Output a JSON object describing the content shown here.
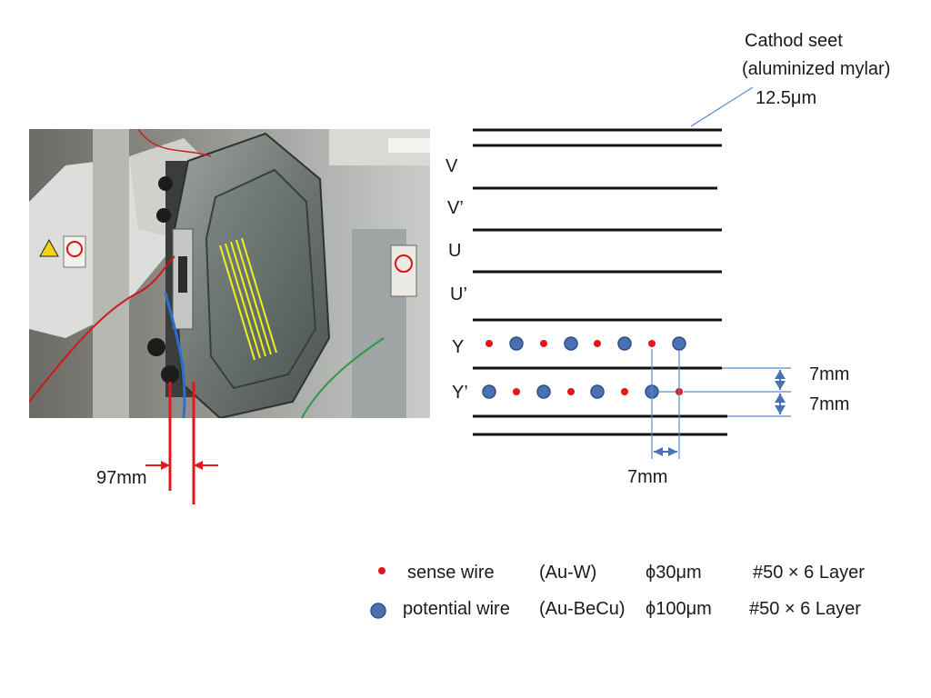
{
  "cathode": {
    "line1": "Cathod seet",
    "line2": "(aluminized mylar)",
    "line3": "12.5μm"
  },
  "layers": {
    "v": "V",
    "v_prime": "V’",
    "u": "U",
    "u_prime": "U’",
    "y": "Y",
    "y_prime": "Y’"
  },
  "dimensions": {
    "gap_1": "7mm",
    "gap_2": "7mm",
    "wire_pitch": "7mm",
    "chamber_width": "97mm"
  },
  "legend": {
    "sense": {
      "name": "sense wire",
      "material": "(Au-W)",
      "diameter": "ϕ30μm",
      "count": "#50 × 6 Layer"
    },
    "potential": {
      "name": "potential wire",
      "material": "(Au-BeCu)",
      "diameter": "ϕ100μm",
      "count": "#50 × 6 Layer"
    }
  },
  "colors": {
    "sense_wire": "#e8141b",
    "potential_wire": "#4a72b0",
    "dimension_line": "#5b8bd0",
    "measurement": "#e8141b",
    "highlight_wires": "#f0f020"
  },
  "photo": {
    "description_icons": [
      "warning-sign-icon",
      "no-entry-sign-icon"
    ]
  }
}
